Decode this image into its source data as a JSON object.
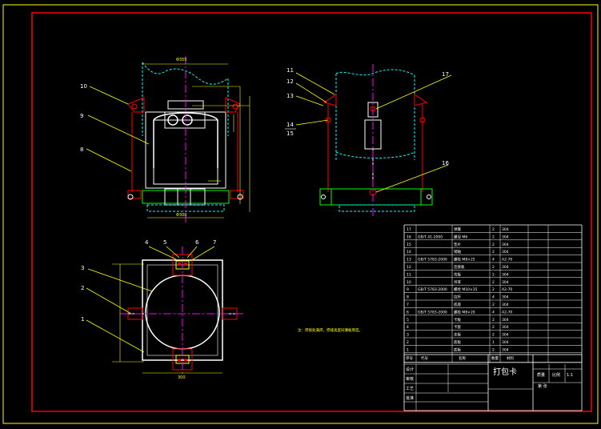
{
  "drawing": {
    "title": "打包卡",
    "note": "注：焊接处满焊，焊缝高度同薄板厚度。",
    "scale_label": "比例",
    "sheet_label": "第 张",
    "top_view_width": "300",
    "front_view_width_top": "Φ355",
    "front_view_width_bottom": "Φ300"
  },
  "balloons_front": [
    "10",
    "9",
    "8"
  ],
  "balloons_side": [
    "11",
    "12",
    "13",
    "14",
    "15",
    "17",
    "16"
  ],
  "balloons_top": [
    "4",
    "5",
    "6",
    "7",
    "3",
    "2",
    "1"
  ],
  "bom": {
    "headers": [
      "序号",
      "代号",
      "名称",
      "数量",
      "材料"
    ],
    "rows": [
      {
        "no": "17",
        "code": "",
        "name": "弹簧",
        "qty": "2",
        "mat": "304"
      },
      {
        "no": "16",
        "code": "GB/T 41-2000",
        "name": "螺母 M6",
        "qty": "2",
        "mat": "304"
      },
      {
        "no": "15",
        "code": "",
        "name": "垫片",
        "qty": "2",
        "mat": "304"
      },
      {
        "no": "14",
        "code": "",
        "name": "销轴",
        "qty": "2",
        "mat": "304"
      },
      {
        "no": "13",
        "code": "GB/T 5783-2000",
        "name": "螺栓 M8×25",
        "qty": "4",
        "mat": "A2-70"
      },
      {
        "no": "12",
        "code": "",
        "name": "连接板",
        "qty": "2",
        "mat": "304"
      },
      {
        "no": "11",
        "code": "",
        "name": "弯板",
        "qty": "2",
        "mat": "304"
      },
      {
        "no": "10",
        "code": "",
        "name": "吊耳",
        "qty": "2",
        "mat": "304"
      },
      {
        "no": "9",
        "code": "GB/T 5783-2000",
        "name": "螺栓 M10×35",
        "qty": "2",
        "mat": "A2-70"
      },
      {
        "no": "8",
        "code": "",
        "name": "拉杆",
        "qty": "4",
        "mat": "304"
      },
      {
        "no": "7",
        "code": "",
        "name": "底座",
        "qty": "2",
        "mat": "304"
      },
      {
        "no": "6",
        "code": "GB/T 5783-2000",
        "name": "螺栓 M8×20",
        "qty": "4",
        "mat": "A2-70"
      },
      {
        "no": "5",
        "code": "",
        "name": "卡板",
        "qty": "2",
        "mat": "304"
      },
      {
        "no": "4",
        "code": "",
        "name": "卡套",
        "qty": "2",
        "mat": "304"
      },
      {
        "no": "3",
        "code": "",
        "name": "支板",
        "qty": "2",
        "mat": "304"
      },
      {
        "no": "2",
        "code": "",
        "name": "底板",
        "qty": "1",
        "mat": "304"
      },
      {
        "no": "1",
        "code": "",
        "name": "底板",
        "qty": "2",
        "mat": "304"
      }
    ]
  },
  "title_block": {
    "design": "设计",
    "check": "审核",
    "process": "工艺",
    "approve": "批准",
    "mass": "质量",
    "scale": "比例",
    "ratio": "1:1"
  },
  "colors": {
    "border": "#ffff00",
    "frame": "#ff0000",
    "center": "#ff00ff",
    "cyan": "#00ffff",
    "green": "#00ff00",
    "white": "#ffffff"
  }
}
